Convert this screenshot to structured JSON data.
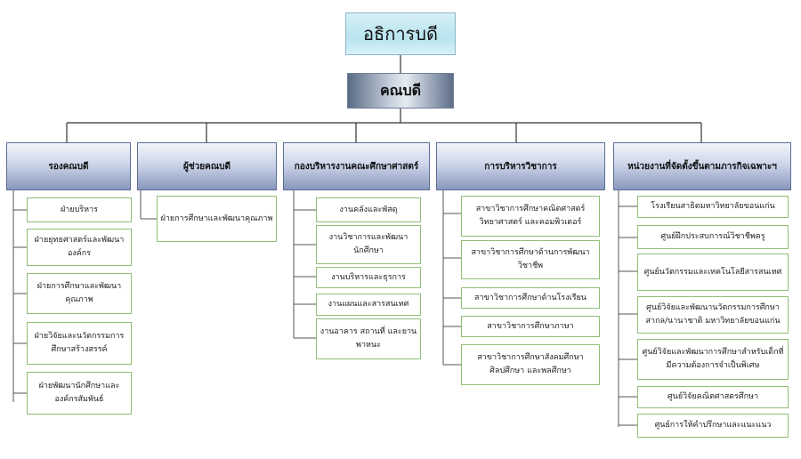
{
  "top": "อธิการบดี",
  "dean": "คณบดี",
  "columns": [
    {
      "header": "รองคณบดี",
      "items": [
        "ฝ่ายบริหาร",
        "ฝ่ายยุทธศาสตร์และพัฒนาองค์กร",
        "ฝ่ายการศึกษาและพัฒนาคุณภาพ",
        "ฝ่ายวิจัยและนวัตกรรมการศึกษาสร้างสรรค์",
        "ฝ่ายพัฒนานักศึกษาและองค์กรสัมพันธ์"
      ]
    },
    {
      "header": "ผู้ช่วยคณบดี",
      "items": [
        "ฝ่ายการศึกษาและพัฒนาคุณภาพ"
      ]
    },
    {
      "header": "กองบริหารงานคณะศึกษาศาสตร์",
      "items": [
        "งานคลังและพัสดุ",
        "งานวิชาการและพัฒนานักศึกษา",
        "งานบริหารและธุรการ",
        "งานแผนและสารสนเทศ",
        "งานอาคาร สถานที่ และยานพาหนะ"
      ]
    },
    {
      "header": "การบริหารวิชาการ",
      "items": [
        "สาขาวิชาการศึกษาคณิตศาสตร์ วิทยาศาสตร์ และคอมพิวเตอร์",
        "สาขาวิชาการศึกษาด้านการพัฒนาวิชาชีพ",
        "สาขาวิชาการศึกษาด้านโรงเรียน",
        "สาขาวิชาการศึกษาภาษา",
        "สาขาวิชาการศึกษาสังคมศึกษา ศิลปศึกษา และพลศึกษา"
      ]
    },
    {
      "header": "หน่วยงานที่จัดตั้งขึ้นตามภารกิจเฉพาะฯ",
      "items": [
        "โรงเรียนสาธิตมหาวิทยาลัยขอนแก่น",
        "ศูนย์ฝึกประสบการณ์วิชาชีพครู",
        "ศูนย์นวัตกรรมและเทคโนโลยีสารสนเทศ",
        "ศูนย์วิจัยและพัฒนานวัตกรรมการศึกษาสากล/นานาชาติ มหาวิทยาลัยขอนแก่น",
        "ศูนย์วิจัยและพัฒนาการศึกษาสำหรับเด็กที่มีความต้องการจำเป็นพิเศษ",
        "ศูนย์วิจัยคณิตศาสตรศึกษา",
        "ศูนย์การให้คำปรึกษาและแนะแนว"
      ]
    }
  ]
}
